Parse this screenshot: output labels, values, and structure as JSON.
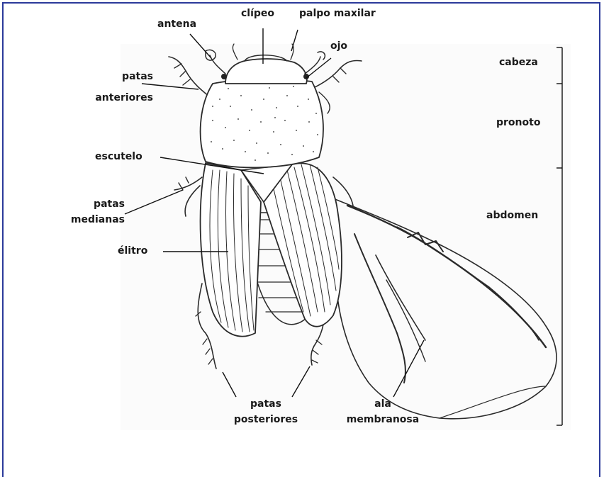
{
  "labels": {
    "antena": "antena",
    "clipeo": "clípeo",
    "palpo_maxilar": "palpo maxilar",
    "ojo": "ojo",
    "patas_anteriores_1": "patas",
    "patas_anteriores_2": "anteriores",
    "escutelo": "escutelo",
    "patas_medianas_1": "patas",
    "patas_medianas_2": "medianas",
    "elitro": "élitro",
    "patas_posteriores_1": "patas",
    "patas_posteriores_2": "posteriores",
    "ala_1": "ala",
    "ala_2": "membranosa"
  },
  "regions": {
    "cabeza": "cabeza",
    "pronoto": "pronoto",
    "abdomen": "abdomen"
  },
  "colors": {
    "frame": "#2b3a9a",
    "ink": "#2a2a2a"
  }
}
